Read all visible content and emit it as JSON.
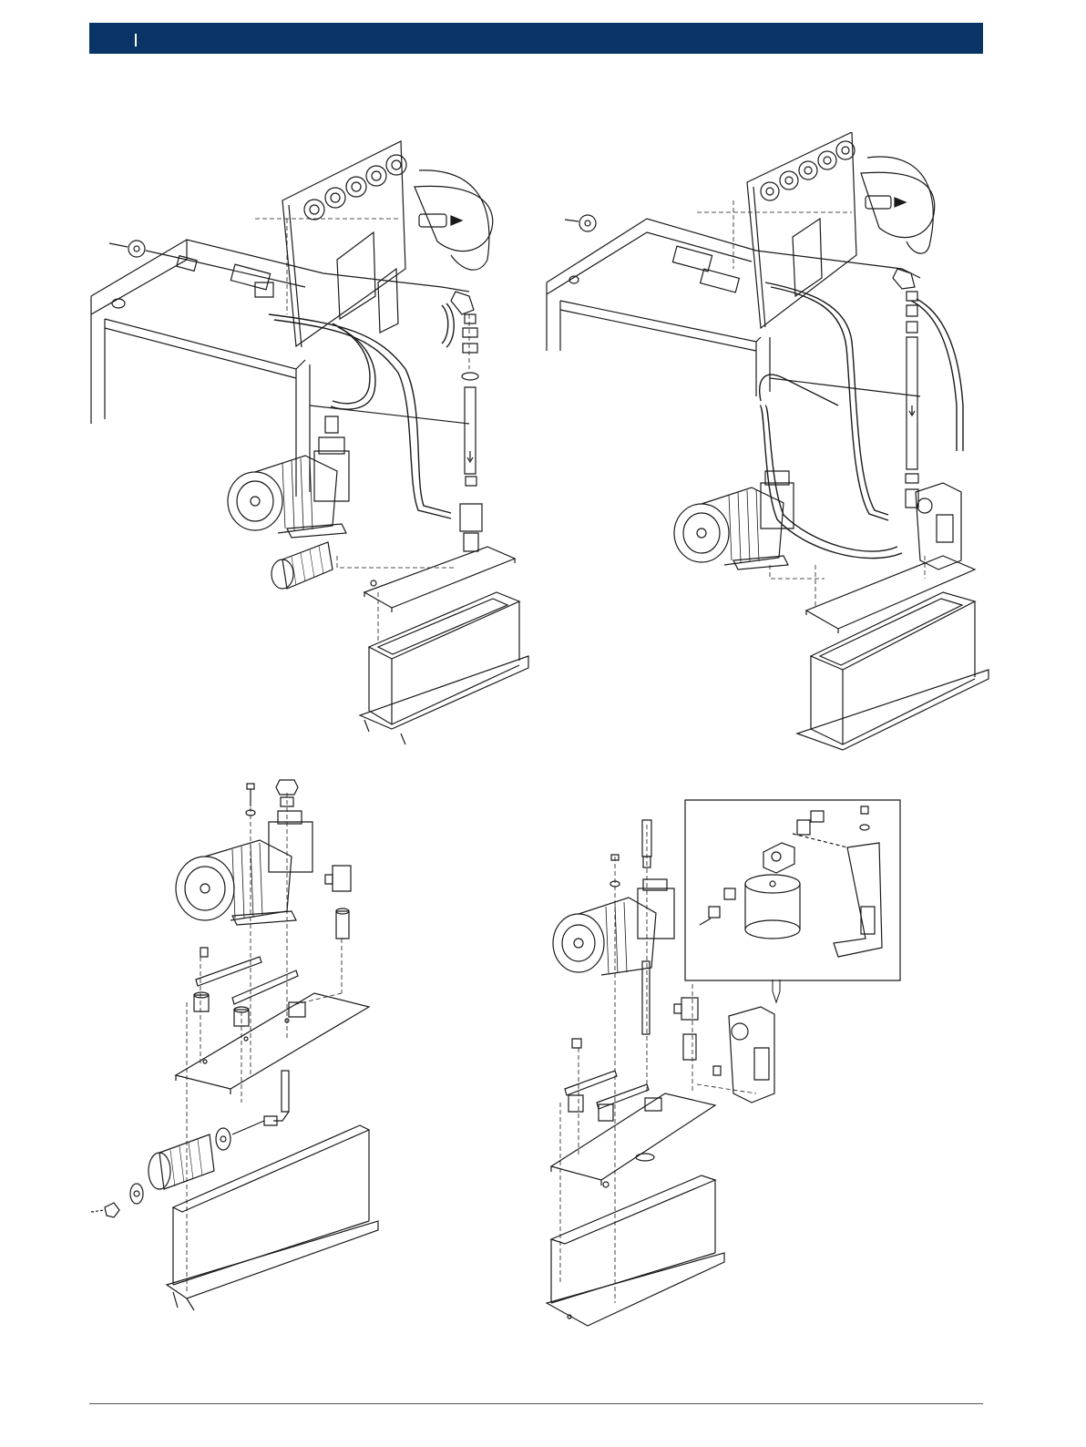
{
  "header": {
    "bar_color": "#0b3466",
    "marker_color": "#ffffff"
  },
  "footer": {
    "rule_color": "#555555"
  },
  "diagrams": [
    {
      "id": "tl",
      "subject": "test-bench-pump-filter-reservoir-assembly"
    },
    {
      "id": "tr",
      "subject": "test-bench-pump-bracket-reservoir-assembly"
    },
    {
      "id": "bl",
      "subject": "pump-mounting-plate-strainer-exploded"
    },
    {
      "id": "br",
      "subject": "pump-mounting-plate-filter-bracket-exploded"
    }
  ],
  "line_color": "#1a1a1a"
}
